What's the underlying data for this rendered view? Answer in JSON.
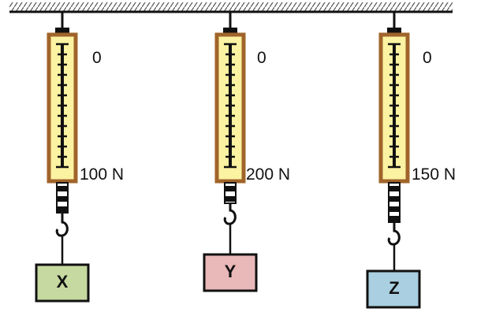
{
  "scales": [
    {
      "id": "x",
      "zero_label": "0",
      "max_label": "100 N",
      "mass_label": "X",
      "mass_color": "#c6d9a0"
    },
    {
      "id": "y",
      "zero_label": "0",
      "max_label": "200 N",
      "mass_label": "Y",
      "mass_color": "#e9b8b8"
    },
    {
      "id": "z",
      "zero_label": "0",
      "max_label": "150 N",
      "mass_label": "Z",
      "mass_color": "#a9cfe0"
    }
  ],
  "colors": {
    "scale_frame": "#a0642a",
    "scale_face": "#fbf2a2",
    "ink": "#111111"
  }
}
